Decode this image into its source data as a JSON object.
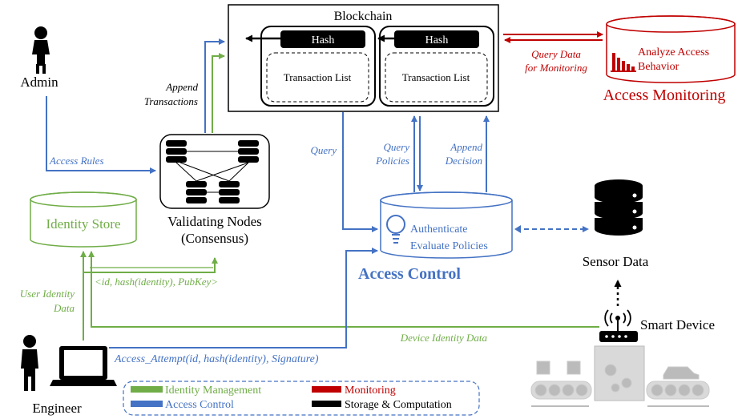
{
  "blockchain": {
    "title": "Blockchain",
    "block_hash_label": "Hash",
    "block_tx_label": "Transaction List"
  },
  "admin": {
    "label": "Admin"
  },
  "engineer": {
    "label": "Engineer"
  },
  "validating_nodes": {
    "line1": "Validating Nodes",
    "line2": "(Consensus)"
  },
  "identity_store": {
    "label": "Identity Store"
  },
  "access_monitoring": {
    "title": "Access Monitoring",
    "box_line1": "Analyze Access",
    "box_line2": "Behavior"
  },
  "access_control": {
    "title": "Access Control",
    "box_line1": "Authenticate",
    "box_line2": "Evaluate Policies"
  },
  "sensor_data": {
    "label": "Sensor Data"
  },
  "smart_device": {
    "label": "Smart Device"
  },
  "edges": {
    "append_transactions_1": "Append",
    "append_transactions_2": "Transactions",
    "access_rules": "Access Rules",
    "query": "Query",
    "query_policies_1": "Query",
    "query_policies_2": "Policies",
    "append_decision_1": "Append",
    "append_decision_2": "Decision",
    "query_data_1": "Query Data",
    "query_data_2": "for Monitoring",
    "id_register": "<id, hash(identity), PubKey>",
    "user_identity_1": "User Identity",
    "user_identity_2": "Data",
    "device_identity": "Device Identity Data",
    "access_attempt": "Access_Attempt(id, hash(identity), Signature)"
  },
  "legend": {
    "identity_management": "Identity Management",
    "access_control": "Access Control",
    "monitoring": "Monitoring",
    "storage_computation": "Storage & Computation"
  },
  "colors": {
    "blue": "#4472c4",
    "green": "#70ad47",
    "red": "#c00000",
    "black": "#000000"
  }
}
